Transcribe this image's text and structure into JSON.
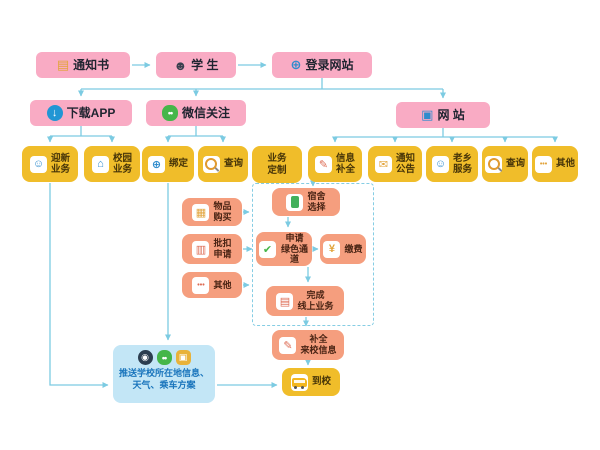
{
  "colors": {
    "pink": "#f9abc4",
    "gold": "#f0bd2a",
    "salmon": "#f59e7e",
    "panel_blue": "#c3e6f6",
    "wire": "#7ccbe2",
    "text_blue": "#1a75bc"
  },
  "icons": {
    "document": "▤",
    "student": "☻",
    "globe": "⊕",
    "download": "↓",
    "wechat_dots": "••",
    "monitor": "▣",
    "welcome": "☺",
    "campus": "⌂",
    "bind": "⊕",
    "pencil": "✎",
    "envelope": "✉",
    "people": "☺",
    "dots": "•••",
    "package": "▦",
    "grid": "▥",
    "check": "✔",
    "yen": "¥",
    "cards": "▤",
    "pin": "◉",
    "screen": "▣"
  },
  "nodes": {
    "notice": {
      "label": "通知书"
    },
    "student": {
      "label": "学 生"
    },
    "login": {
      "label": "登录网站"
    },
    "download_app": {
      "label": "下载APP"
    },
    "wechat_follow": {
      "label": "微信关注"
    },
    "website": {
      "label": "网 站"
    },
    "welcome_service": {
      "label": "迎新\n业务"
    },
    "campus_service": {
      "label": "校园\n业务"
    },
    "bind": {
      "label": "绑定"
    },
    "query_wechat": {
      "label": "查询"
    },
    "service_custom": {
      "label": "业务\n定制"
    },
    "info_complete": {
      "label": "信息\n补全"
    },
    "notices": {
      "label": "通知\n公告"
    },
    "hometown_service": {
      "label": "老乡\n服务"
    },
    "query_web": {
      "label": "查询"
    },
    "other_web": {
      "label": "其他"
    },
    "dorm_select": {
      "label": "宿舍\n选择"
    },
    "item_purchase": {
      "label": "物品\n购买"
    },
    "deduct_apply": {
      "label": "批扣\n申请"
    },
    "other_custom": {
      "label": "其他"
    },
    "green_channel": {
      "label": "申请\n绿色通道"
    },
    "pay_fee": {
      "label": "缴费"
    },
    "finish_online": {
      "label": "完成\n线上业务"
    },
    "arrival_info": {
      "label": "补全\n来校信息"
    },
    "arrive_school": {
      "label": "到校"
    },
    "push_info": {
      "label": "推送学校所在地信息、天气、乘车方案"
    }
  }
}
